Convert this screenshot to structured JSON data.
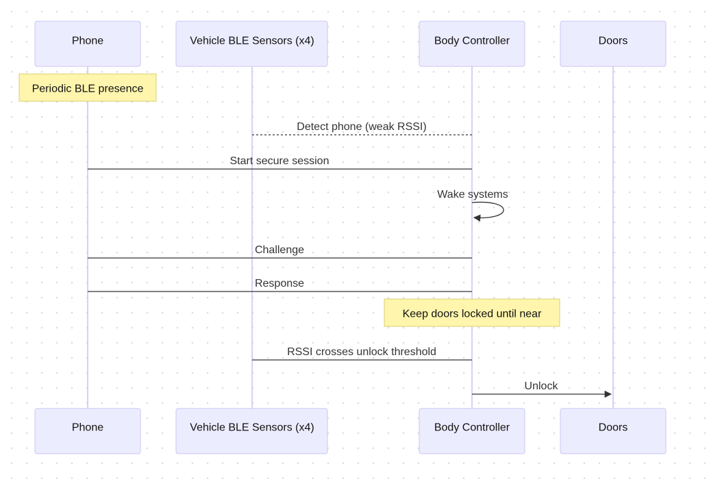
{
  "diagram": {
    "actors": [
      {
        "id": "phone",
        "label": "Phone"
      },
      {
        "id": "sensors",
        "label": "Vehicle BLE Sensors (x4)"
      },
      {
        "id": "body",
        "label": "Body Controller"
      },
      {
        "id": "doors",
        "label": "Doors"
      }
    ],
    "notes": [
      {
        "id": "note-ble-presence",
        "text": "Periodic BLE presence"
      },
      {
        "id": "note-keep-locked",
        "text": "Keep doors locked until near"
      }
    ],
    "messages": [
      {
        "id": "msg-detect",
        "text": "Detect phone (weak RSSI)",
        "from": "sensors",
        "to": "body",
        "style": "dashed"
      },
      {
        "id": "msg-session",
        "text": "Start secure session",
        "from": "body",
        "to": "phone",
        "style": "solid"
      },
      {
        "id": "msg-wake",
        "text": "Wake systems",
        "from": "body",
        "to": "body",
        "style": "self"
      },
      {
        "id": "msg-challenge",
        "text": "Challenge",
        "from": "body",
        "to": "phone",
        "style": "solid"
      },
      {
        "id": "msg-response",
        "text": "Response",
        "from": "phone",
        "to": "body",
        "style": "solid"
      },
      {
        "id": "msg-rssi",
        "text": "RSSI crosses unlock threshold",
        "from": "sensors",
        "to": "body",
        "style": "solid"
      },
      {
        "id": "msg-unlock",
        "text": "Unlock",
        "from": "body",
        "to": "doors",
        "style": "arrow"
      }
    ]
  }
}
